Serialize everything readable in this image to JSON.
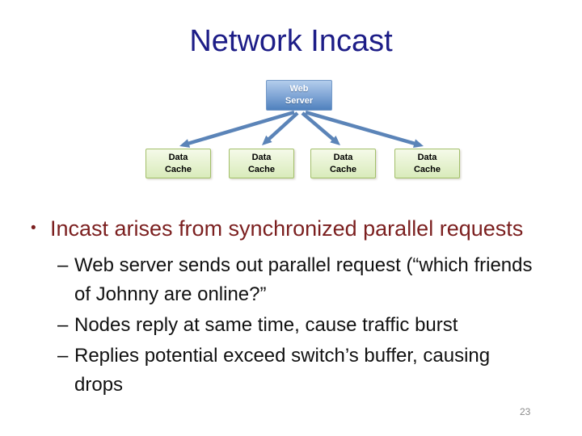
{
  "title": "Network Incast",
  "diagram": {
    "server": {
      "label": "Web\nServer"
    },
    "caches": [
      {
        "label": "Data\nCache"
      },
      {
        "label": "Data\nCache"
      },
      {
        "label": "Data\nCache"
      },
      {
        "label": "Data\nCache"
      }
    ]
  },
  "bullets": {
    "glyph": "•",
    "dash_glyph": "–",
    "main": "Incast arises from synchronized parallel requests",
    "subs": [
      {
        "lines": [
          "Web server sends out parallel request (“which friends",
          "of Johnny are online?”"
        ]
      },
      {
        "lines": [
          "Nodes reply at same time, cause traffic burst"
        ]
      },
      {
        "lines": [
          "Replies potential exceed switch’s buffer, causing",
          "drops"
        ]
      }
    ]
  },
  "page_number": "23",
  "colors": {
    "background": "#ffffff",
    "title": "#1d1d87",
    "bullet_main": "#7b1f1f",
    "body_text": "#111111",
    "arrow": "#5b84b8",
    "server_box_top": "#b3cdec",
    "server_box_bottom": "#4f81bd",
    "server_box_border": "#7499c7",
    "server_text": "#ffffff",
    "cache_box_top": "#f5fae9",
    "cache_box_bottom": "#d9ebbb",
    "cache_box_border": "#a3bf6a",
    "cache_text": "#000000",
    "page_number": "#8a8a8a"
  }
}
